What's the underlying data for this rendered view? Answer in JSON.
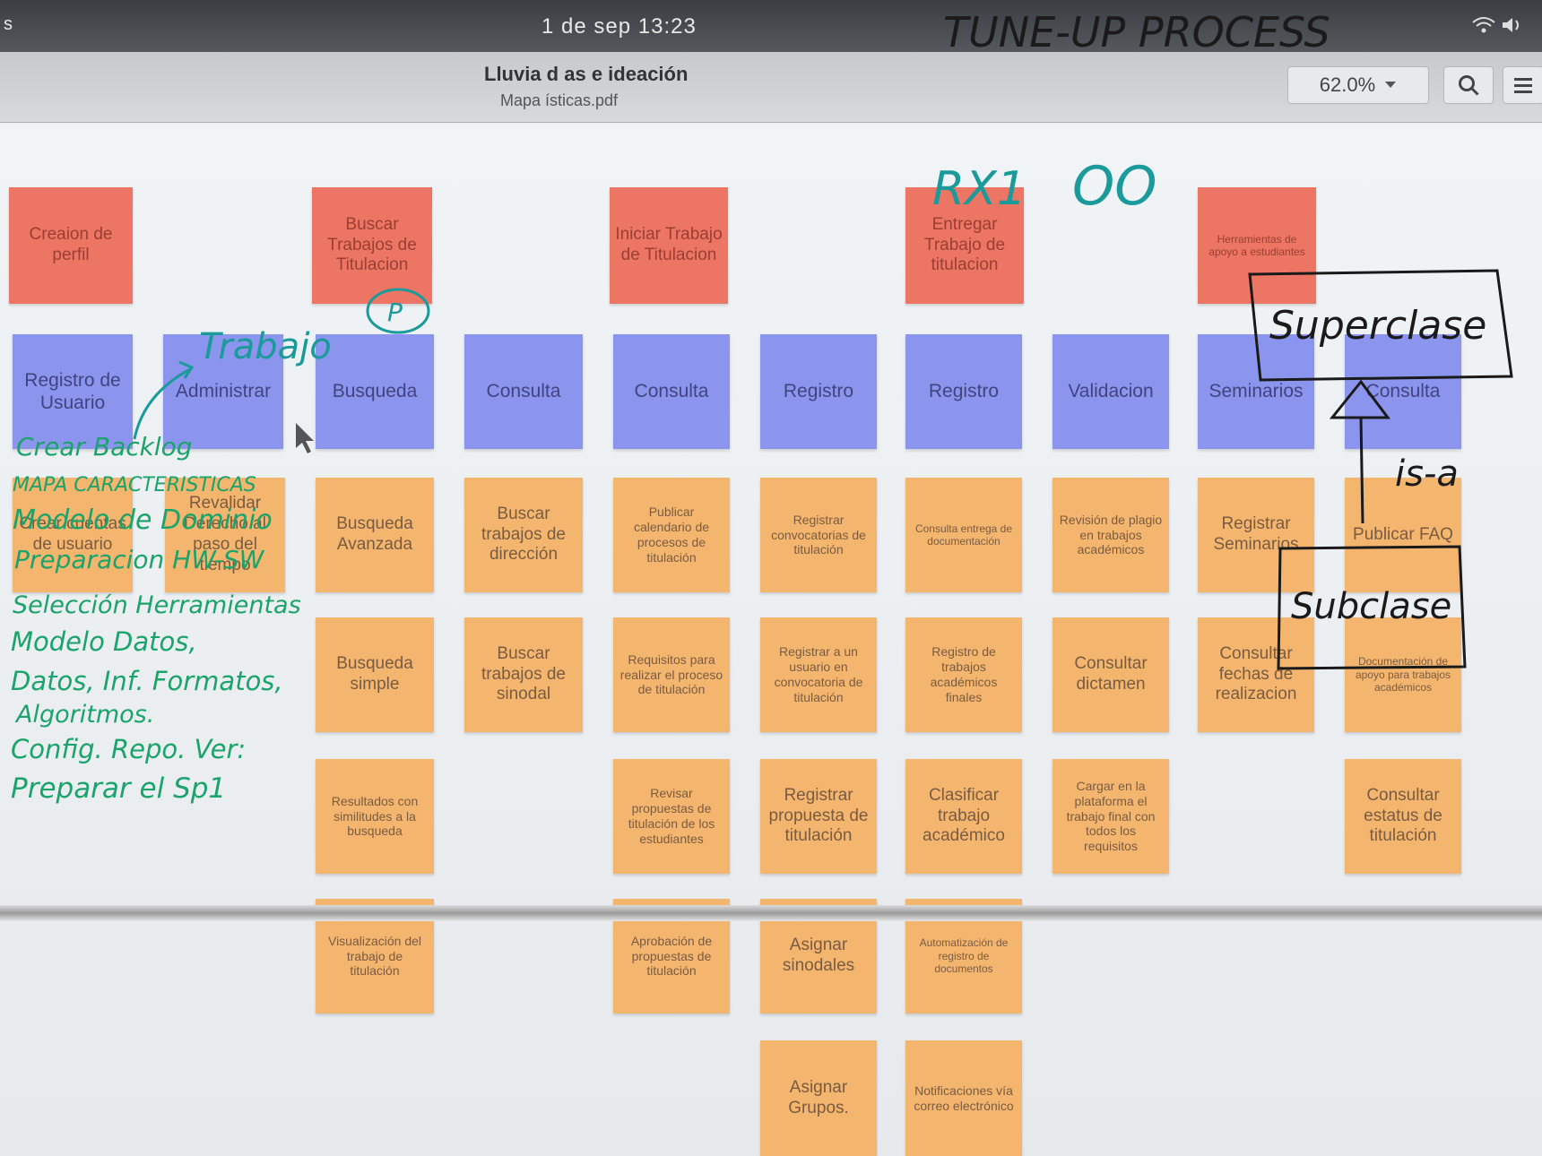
{
  "system_bar": {
    "left_text": "s",
    "clock": "1 de sep 13:23"
  },
  "document": {
    "title": "Lluvia d    as e ideación",
    "subtitle": "Mapa               ísticas.pdf"
  },
  "toolbar": {
    "zoom": "62.0%"
  },
  "handwriting": {
    "heading": "TUNE-UP PROCESS",
    "rx": "RX1",
    "oo": "OO",
    "trabajo": "Trabajo",
    "p_circle": "P",
    "superclase": "Superclase",
    "subclase": "Subclase",
    "is_a": "is-a",
    "list": [
      "Crear Backlog",
      "MAPA CARACTERISTICAS",
      "Modelo de Dominio",
      "Preparacion HW-SW",
      "Selección Herramientas",
      "Modelo Datos,",
      "Datos, Inf. Formatos,",
      "Algoritmos.",
      "Config. Repo. Ver:",
      "Preparar el Sp1"
    ]
  },
  "notes": {
    "red": [
      "Creaion de perfil",
      "Buscar Trabajos de Titulacion",
      "Iniciar Trabajo de Titulacion",
      "Entregar Trabajo de titulacion",
      "Herramientas de apoyo a estudiantes"
    ],
    "blue": [
      "Registro de Usuario",
      "Administrar",
      "Busqueda",
      "Consulta",
      "Consulta",
      "Registro",
      "Registro",
      "Validacion",
      "Seminarios",
      "Consulta"
    ],
    "orange_row1": [
      "Crear cuentas de usuario",
      "Revalidar Derecho al paso del tiempo",
      "Busqueda Avanzada",
      "Buscar trabajos de dirección",
      "Publicar calendario de procesos de titulación",
      "Registrar convocatorias de titulación",
      "Consulta entrega de documentación",
      "Revisión de plagio en trabajos académicos",
      "Registrar Seminarios",
      "Publicar FAQ"
    ],
    "orange_row2": [
      "Busqueda simple",
      "Buscar trabajos de sinodal",
      "Requisitos para realizar el proceso de titulación",
      "Registrar a un usuario en convocatoria de titulación",
      "Registro de trabajos académicos finales",
      "Consultar dictamen",
      "Consultar fechas de realizacion",
      "Documentación de apoyo para trabajos académicos"
    ],
    "orange_row3": [
      "Resultados con similitudes a la busqueda",
      "Revisar propuestas de titulación de los estudiantes",
      "Registrar propuesta de titulación",
      "Clasificar trabajo académico",
      "Cargar en la plataforma el trabajo final con todos los requisitos",
      "Consultar estatus de titulación"
    ],
    "orange_row4": [
      "Visualización del trabajo de titulación",
      "Aprobación de propuestas de titulación",
      "Asignar sinodales",
      "Automatización de registro de documentos"
    ],
    "orange_row5": [
      "Asignar Grupos.",
      "Notificaciones vía correo electrónico"
    ]
  },
  "colors": {
    "red_note": "#ec7563",
    "blue_note": "#8c95ee",
    "orange_note": "#f4b66f",
    "green_marker": "#1aa36a",
    "teal_marker": "#1a9a9a",
    "black_marker": "#1a1a1a"
  }
}
